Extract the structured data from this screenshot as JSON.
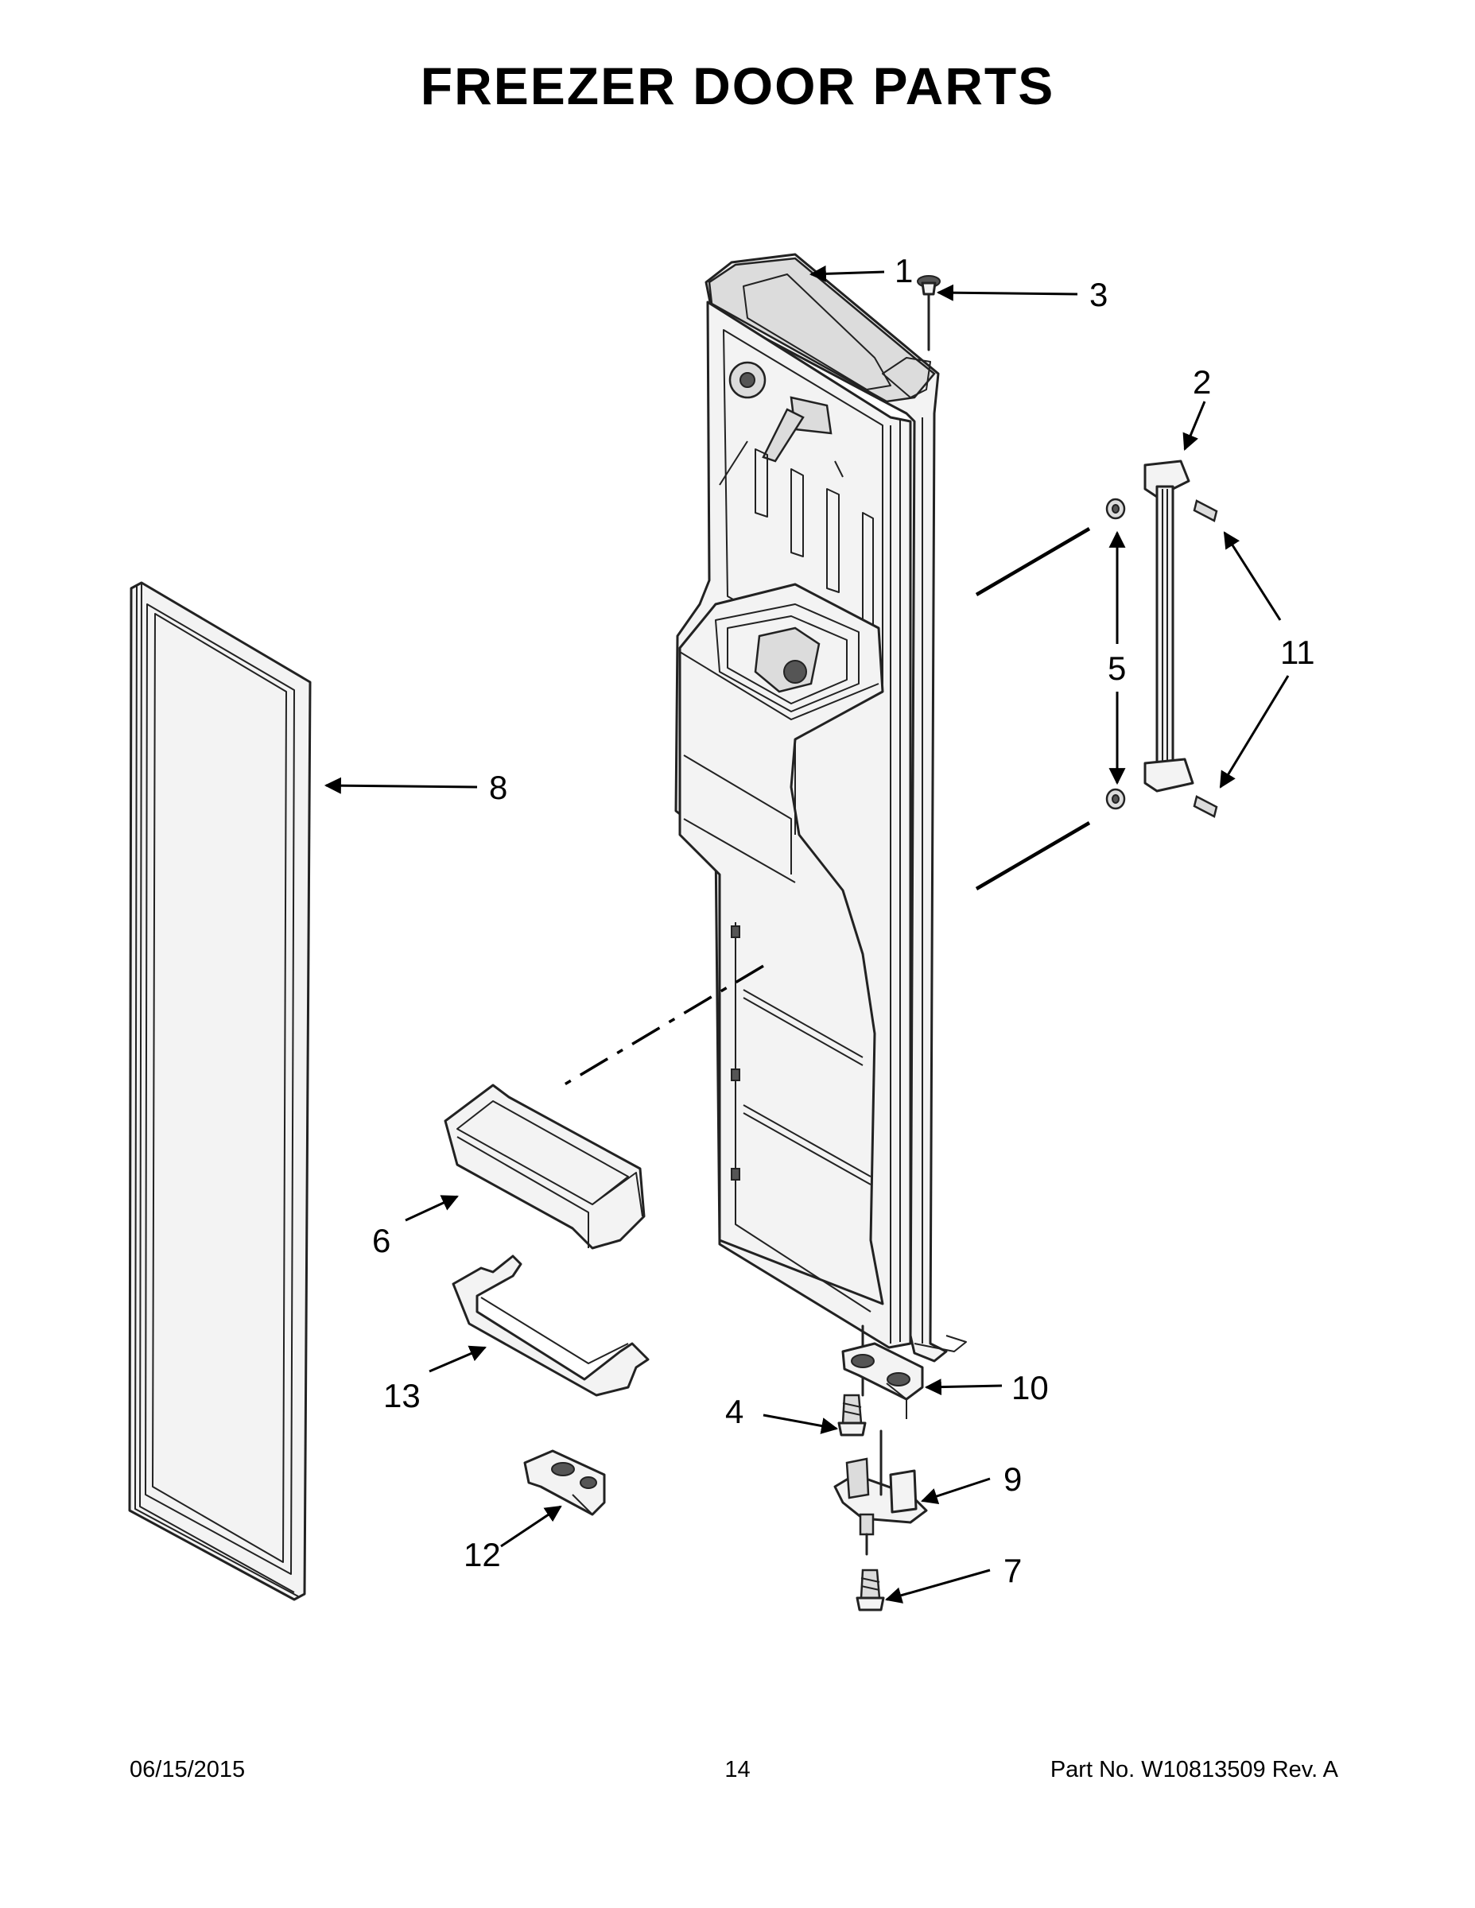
{
  "page": {
    "title": "FREEZER DOOR PARTS",
    "footer": {
      "date": "06/15/2015",
      "page_number": "14",
      "part_number": "Part No.  W10813509  Rev.  A"
    }
  },
  "callouts": [
    {
      "id": "1",
      "label": "1"
    },
    {
      "id": "2",
      "label": "2"
    },
    {
      "id": "3",
      "label": "3"
    },
    {
      "id": "4",
      "label": "4"
    },
    {
      "id": "5",
      "label": "5"
    },
    {
      "id": "6",
      "label": "6"
    },
    {
      "id": "7",
      "label": "7"
    },
    {
      "id": "8",
      "label": "8"
    },
    {
      "id": "9",
      "label": "9"
    },
    {
      "id": "10",
      "label": "10"
    },
    {
      "id": "11",
      "label": "11"
    },
    {
      "id": "12",
      "label": "12"
    },
    {
      "id": "13",
      "label": "13"
    }
  ]
}
